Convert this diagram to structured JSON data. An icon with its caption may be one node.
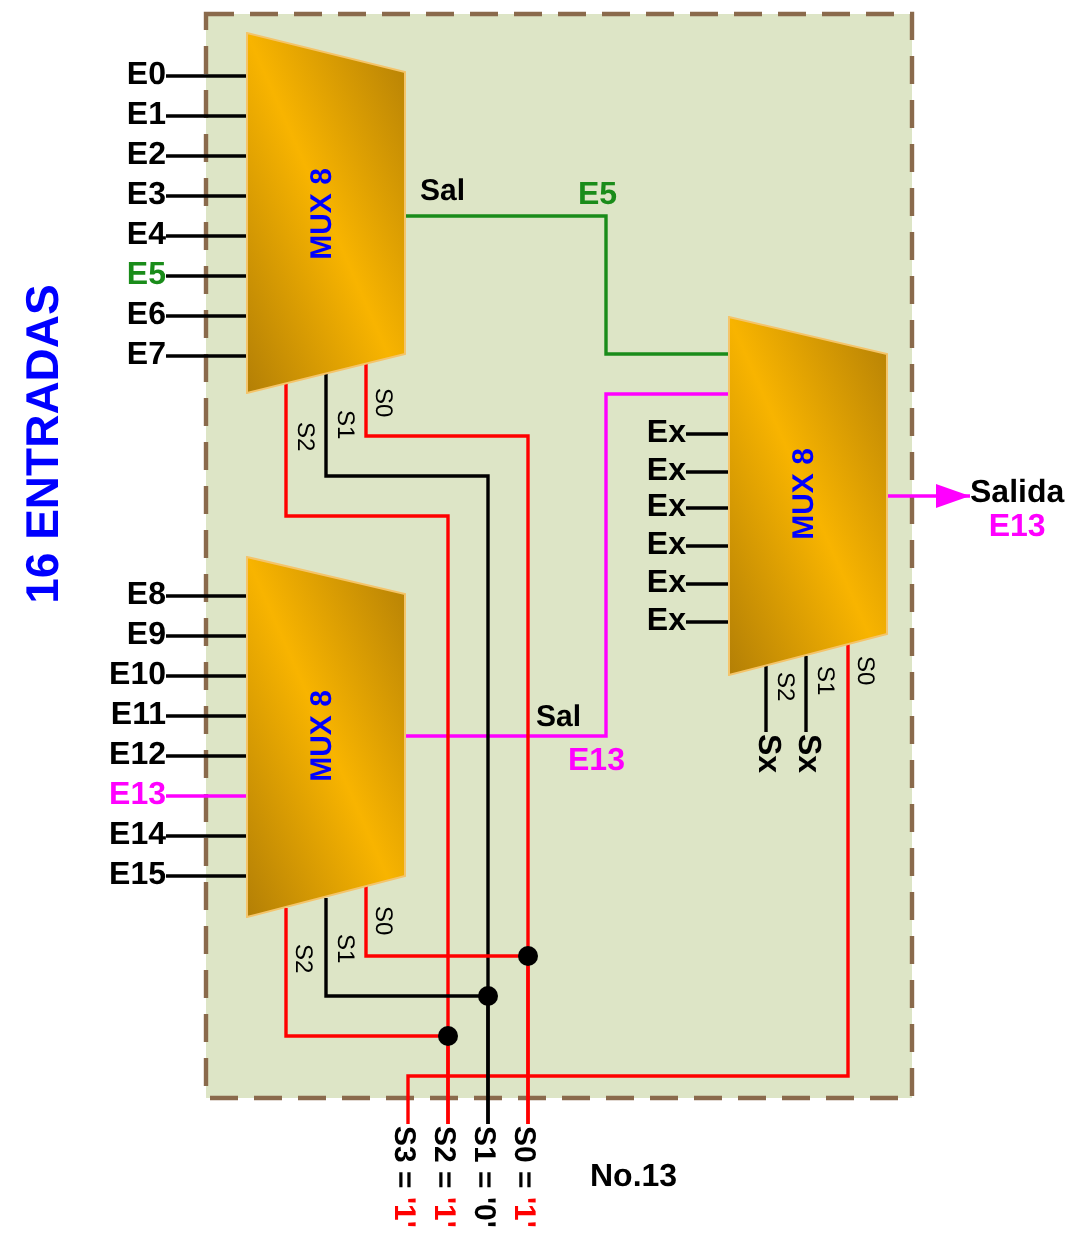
{
  "diagram": {
    "nodes": [
      {
        "text": [
          "E0"
        ]
      },
      {
        "text": [
          "E1"
        ]
      },
      {
        "text": [
          "E2"
        ]
      },
      {
        "text": [
          "E3"
        ]
      },
      {
        "text": [
          "E4"
        ]
      },
      {
        "text": [
          "E5"
        ]
      },
      {
        "text": [
          "E6"
        ]
      },
      {
        "text": [
          "E7"
        ]
      },
      {
        "text": [
          "MUX 8"
        ],
        "beside": [
          "Sal",
          "S2",
          "S1",
          "S0"
        ]
      },
      {
        "text": [
          "Ex"
        ]
      },
      {
        "text": [
          "Ex"
        ]
      },
      {
        "text": [
          "Ex"
        ]
      },
      {
        "text": [
          "Ex"
        ]
      },
      {
        "text": [
          "Ex"
        ]
      },
      {
        "text": [
          "Ex"
        ]
      },
      {
        "text": [
          "MUX 8"
        ],
        "beside": [
          "S2",
          "S1",
          "S0"
        ]
      },
      {
        "text": [
          "Salida",
          "E13"
        ]
      },
      {
        "text": [
          "E8"
        ]
      },
      {
        "text": [
          "E9"
        ]
      },
      {
        "text": [
          "E10"
        ]
      },
      {
        "text": [
          "E11"
        ]
      },
      {
        "text": [
          "E12"
        ]
      },
      {
        "text": [
          "E13"
        ]
      },
      {
        "text": [
          "E14"
        ]
      },
      {
        "text": [
          "E15"
        ]
      },
      {
        "text": [
          "MUX 8"
        ],
        "beside": [
          "S2",
          "S1",
          "S0"
        ]
      },
      {
        "text": [
          "Sx"
        ]
      },
      {
        "text": [
          "Sx"
        ]
      },
      {
        "text": [
          "S3 =",
          "'1'"
        ]
      },
      {
        "text": [
          "S2 =",
          "'1'"
        ]
      },
      {
        "text": [
          "S1 =",
          "'0'"
        ]
      },
      {
        "text": [
          "S0 =",
          "'1'"
        ]
      }
    ],
    "edges": [
      {
        "from": 0,
        "to": 8,
        "arrow": "none"
      },
      {
        "from": 1,
        "to": 8,
        "arrow": "none"
      },
      {
        "from": 2,
        "to": 8,
        "arrow": "none"
      },
      {
        "from": 3,
        "to": 8,
        "arrow": "none"
      },
      {
        "from": 4,
        "to": 8,
        "arrow": "none"
      },
      {
        "from": 5,
        "to": 8,
        "arrow": "none"
      },
      {
        "from": 6,
        "to": 8,
        "arrow": "none"
      },
      {
        "from": 7,
        "to": 8,
        "arrow": "none"
      },
      {
        "from": 8,
        "to": 15,
        "arrow": "none",
        "label": "E5",
        "color": "#1a8c1a"
      },
      {
        "from": 9,
        "to": 15,
        "arrow": "none"
      },
      {
        "from": 10,
        "to": 15,
        "arrow": "none"
      },
      {
        "from": 11,
        "to": 15,
        "arrow": "none"
      },
      {
        "from": 12,
        "to": 15,
        "arrow": "none"
      },
      {
        "from": 13,
        "to": 15,
        "arrow": "none"
      },
      {
        "from": 14,
        "to": 15,
        "arrow": "none"
      },
      {
        "from": 15,
        "to": 16,
        "arrow": "to",
        "color": "#ff00ff"
      },
      {
        "from": 17,
        "to": 25,
        "arrow": "none"
      },
      {
        "from": 18,
        "to": 25,
        "arrow": "none"
      },
      {
        "from": 19,
        "to": 25,
        "arrow": "none"
      },
      {
        "from": 20,
        "to": 25,
        "arrow": "none"
      },
      {
        "from": 21,
        "to": 25,
        "arrow": "none"
      },
      {
        "from": 22,
        "to": 25,
        "arrow": "none",
        "color": "#ff00ff"
      },
      {
        "from": 23,
        "to": 25,
        "arrow": "none"
      },
      {
        "from": 24,
        "to": 25,
        "arrow": "none"
      },
      {
        "from": 25,
        "to": 15,
        "arrow": "none",
        "label": "E13",
        "color": "#ff00ff"
      },
      {
        "from": 26,
        "to": 15,
        "arrow": "none"
      },
      {
        "from": 27,
        "to": 15,
        "arrow": "none"
      },
      {
        "from": 28,
        "to": 15,
        "arrow": "none",
        "color": "#ff0000"
      },
      {
        "from": 29,
        "to": 8,
        "arrow": "none",
        "color": "#ff0000"
      },
      {
        "from": 29,
        "to": 25,
        "arrow": "none",
        "color": "#ff0000"
      },
      {
        "from": 30,
        "to": 8,
        "arrow": "none"
      },
      {
        "from": 30,
        "to": 25,
        "arrow": "none"
      },
      {
        "from": 31,
        "to": 8,
        "arrow": "none",
        "color": "#ff0000"
      },
      {
        "from": 31,
        "to": 25,
        "arrow": "none",
        "color": "#ff0000"
      }
    ],
    "labels": [
      "16 ENTRADAS",
      "Sal",
      "No.13"
    ]
  }
}
